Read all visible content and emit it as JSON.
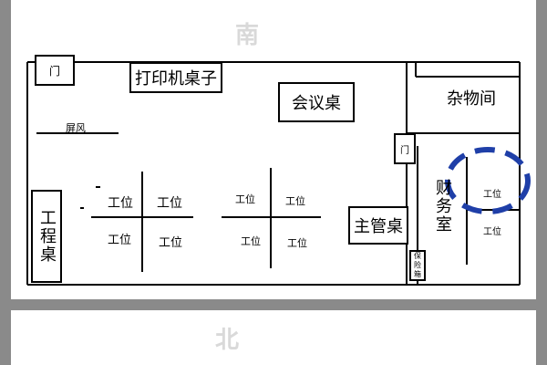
{
  "compass": {
    "south": "南",
    "north": "北"
  },
  "rooms": {
    "storage": "杂物间",
    "finance": "财务室"
  },
  "furniture": {
    "door_top": "门",
    "door_mid": "门",
    "printer_desk": "打印机桌子",
    "meeting_desk": "会议桌",
    "screen": "屏风",
    "engineering_desk": "工程桌",
    "manager_desk": "主管桌",
    "small_cabinet": "保险箱"
  },
  "workstations": {
    "left_cluster": [
      "工位",
      "工位",
      "工位",
      "工位"
    ],
    "mid_cluster": [
      "工位",
      "工位",
      "工位",
      "工位"
    ],
    "finance_cluster": [
      "工位",
      "工位"
    ]
  },
  "annotation": {
    "highlight_color": "#1f3fa8"
  }
}
